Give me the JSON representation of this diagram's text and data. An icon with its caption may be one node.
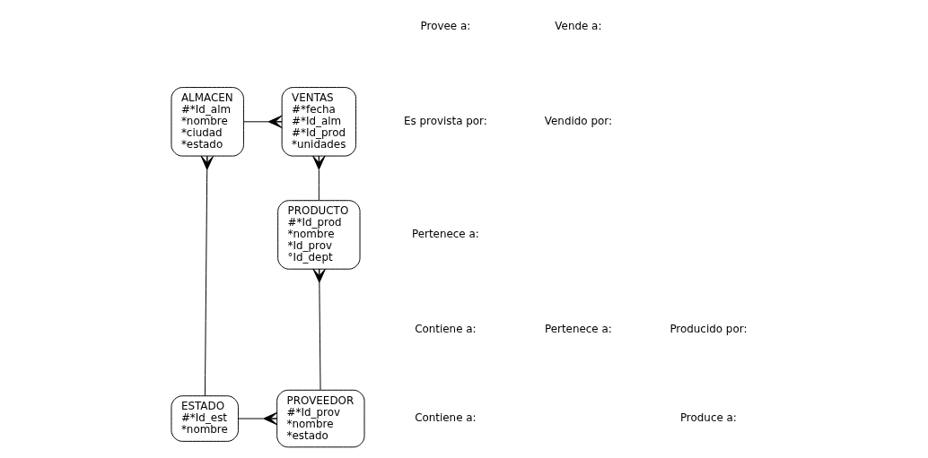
{
  "diagram": {
    "nodes": [
      {
        "text": [
          "ALMACEN",
          "#*Id_alm",
          "*nombre",
          "*ciudad",
          "*estado"
        ]
      },
      {
        "text": [
          "VENTAS",
          "#*fecha",
          "#*Id_alm",
          "#*Id_prod",
          "*unidades"
        ]
      },
      {
        "text": [
          "PRODUCTO",
          "#*Id_prod",
          "*nombre",
          "*Id_prov",
          "°Id_dept"
        ]
      },
      {
        "text": [
          "ESTADO",
          "#*Id_est",
          "*nombre"
        ]
      },
      {
        "text": [
          "PROVEEDOR",
          "#*Id_prov",
          "*nombre",
          "*estado"
        ]
      }
    ],
    "edges": [
      {
        "from": 0,
        "to": 1,
        "arrow": "other"
      },
      {
        "from": 2,
        "to": 1,
        "arrow": "other"
      },
      {
        "from": 3,
        "to": 0,
        "arrow": "other"
      },
      {
        "from": 4,
        "to": 2,
        "arrow": "other"
      },
      {
        "from": 3,
        "to": 4,
        "arrow": "other"
      }
    ],
    "labels": [
      "Provee a:",
      "Vende a:",
      "Es provista por:",
      "Vendido por:",
      "Pertenece a:",
      "Contiene a:",
      "Pertenece a:",
      "Producido por:",
      "Contiene a:",
      "Produce a:"
    ]
  }
}
